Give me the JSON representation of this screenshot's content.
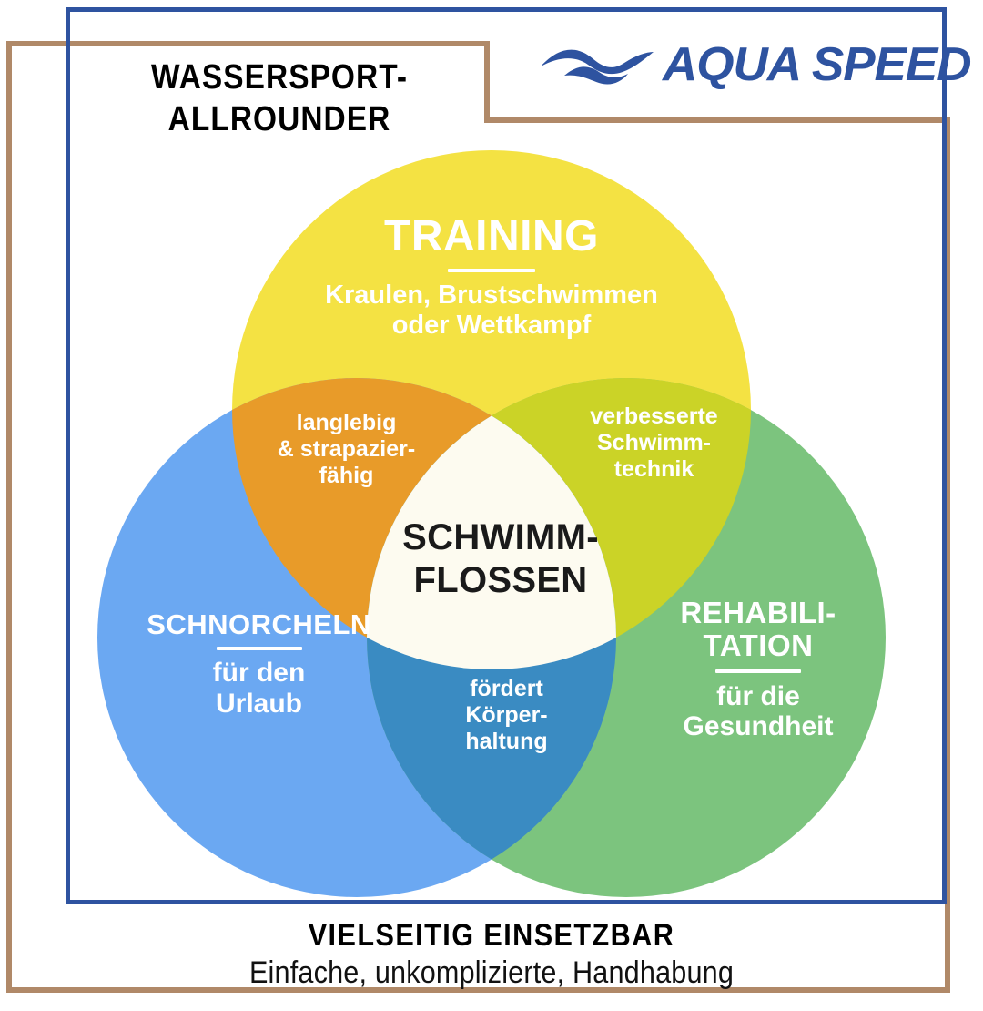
{
  "header": {
    "headline_line1": "WASSERSPORT-",
    "headline_line2": "ALLROUNDER",
    "brand": "AQUA SPEED"
  },
  "venn": {
    "center": {
      "line1": "SCHWIMM-",
      "line2": "FLOSSEN"
    },
    "circles": [
      {
        "id": "training",
        "title": "TRAINING",
        "sub_line1": "Kraulen, Brustschwimmen",
        "sub_line2": "oder Wettkampf",
        "color": "#F4E243"
      },
      {
        "id": "schnorcheln",
        "title": "SCHNORCHELN",
        "sub_line1": "für den",
        "sub_line2": "Urlaub",
        "color": "#6BA8F2"
      },
      {
        "id": "rehabilitation",
        "title_line1": "REHABILI-",
        "title_line2": "TATION",
        "sub_line1": "für die",
        "sub_line2": "Gesundheit",
        "color": "#7CC47E"
      }
    ],
    "overlaps": [
      {
        "id": "training-schnorcheln",
        "line1": "langlebig",
        "line2": "& strapazier-",
        "line3": "fähig",
        "color": "#E89B29"
      },
      {
        "id": "training-rehabilitation",
        "line1": "verbesserte",
        "line2": "Schwimm-",
        "line3": "technik",
        "color": "#CBD327"
      },
      {
        "id": "schnorcheln-rehabilitation",
        "line1": "fördert",
        "line2": "Körper-",
        "line3": "haltung",
        "color": "#3A8BC2"
      }
    ],
    "center_color": "#FDFBF0"
  },
  "footer": {
    "main": "VIELSEITIG EINSETZBAR",
    "sub": "Einfache, unkomplizierte, Handhabung"
  },
  "colors": {
    "frame_blue": "#2E53A0",
    "frame_brown": "#B08968",
    "brand_blue": "#2E53A0",
    "yellow": "#F4E243",
    "blue": "#6BA8F2",
    "green": "#7CC47E",
    "orange": "#E89B29",
    "yellow_green": "#CBD327",
    "blue_green": "#3A8BC2",
    "center": "#FDFBF0"
  }
}
